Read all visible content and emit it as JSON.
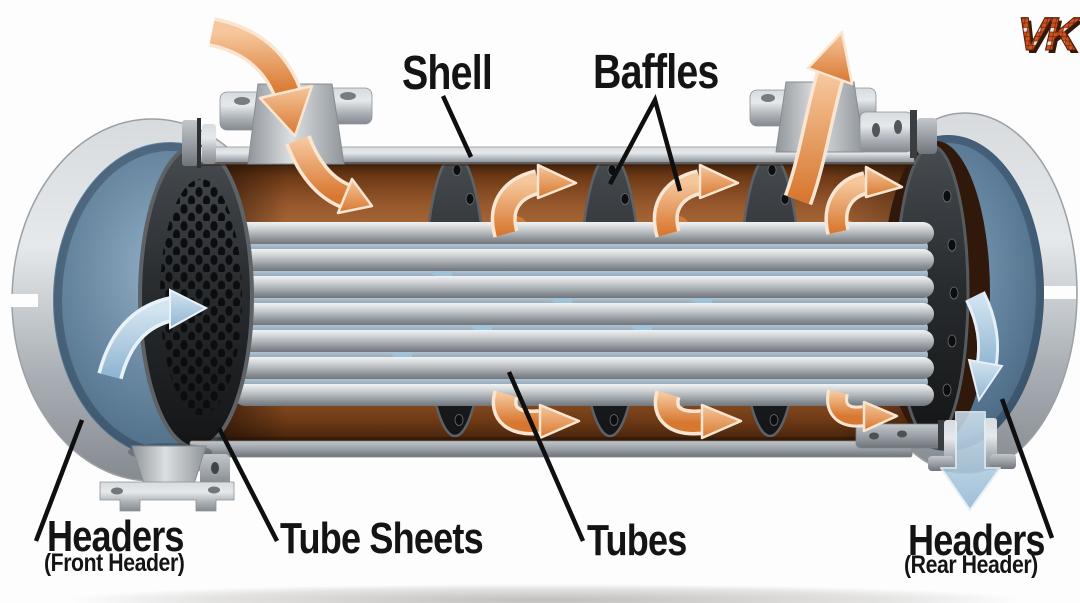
{
  "page": {
    "type": "technical-diagram",
    "subject": "Shell and tube heat exchanger cutaway illustration",
    "background": "#fdfdfd"
  },
  "labels": {
    "shell": "Shell",
    "baffles": "Baffles",
    "headers_front": "Headers",
    "headers_front_sub": "(Front Header)",
    "tube_sheets": "Tube Sheets",
    "tubes": "Tubes",
    "headers_rear": "Headers",
    "headers_rear_sub": "(Rear Header)"
  },
  "logo": {
    "text": "VK",
    "tile_color": "#d0521d",
    "shadow_color": "#33190b"
  },
  "colors": {
    "label_text": "#141414",
    "leader_line": "#0f0f0f",
    "shell_copper": "#c98e55",
    "steel_light": "#d6d9dc",
    "steel_mid": "#9aa0a5",
    "dark_plate": "#26292c",
    "header_blue": "#5f7e97",
    "flow_hot_orange": "#e08a3f",
    "flow_cold_blue": "#a9cbe2"
  }
}
